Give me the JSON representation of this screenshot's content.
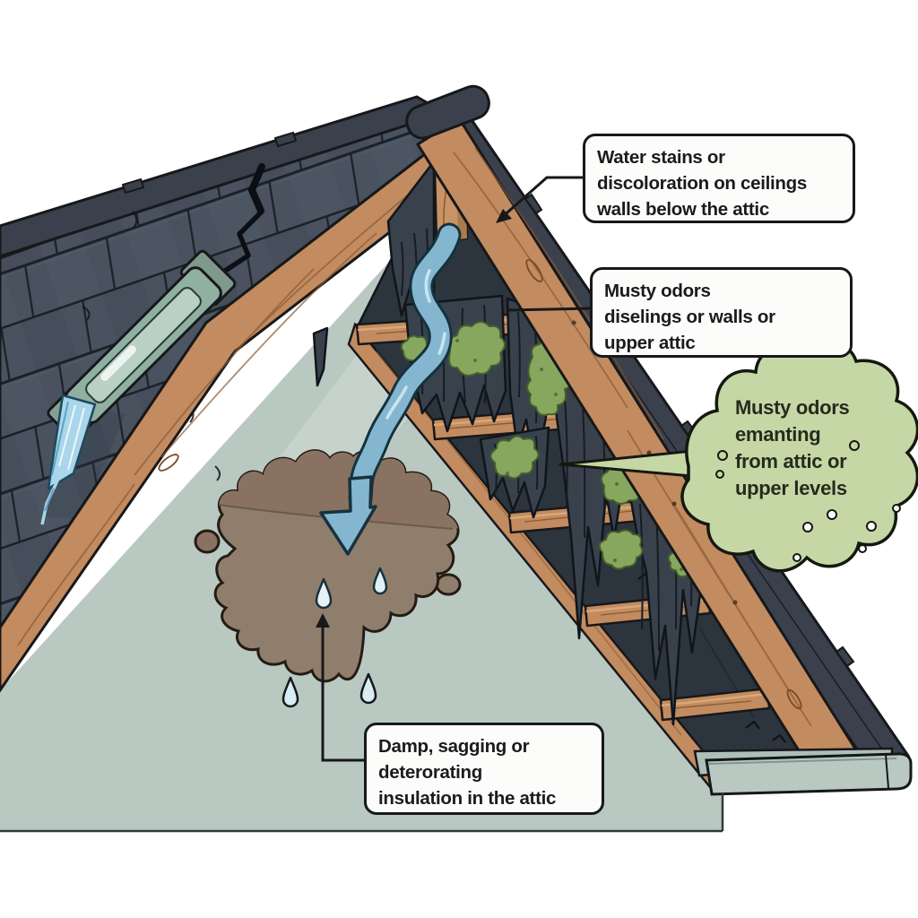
{
  "callouts": {
    "water_stains": {
      "lines": [
        "Water stains or",
        "discoloration on ceilings",
        "walls below the attic"
      ]
    },
    "musty_walls": {
      "lines": [
        "Musty odors",
        "diselings or walls or",
        "upper attic"
      ]
    },
    "musty_cloud": {
      "lines": [
        "Musty odors",
        "emanting",
        "from attic or",
        "upper levels"
      ]
    },
    "insulation": {
      "lines": [
        "Damp, sagging or",
        "deterorating",
        "insulation in the attic"
      ]
    }
  },
  "colors": {
    "background": "#FFFFFF",
    "shingle": "#49525E",
    "shingle_dark": "#3A414D",
    "wood": "#C28B60",
    "wall": "#B9C8C1",
    "wall_light": "#D2DCD6",
    "attic_cavity": "#2C343D",
    "insulation_sheet": "#39424C",
    "mold_green": "#87A75F",
    "water_blue": "#84B7CF",
    "stain_brown": "#907E6D",
    "stain_brown_dark": "#8A7262",
    "odor_cloud_green": "#C6D7A6",
    "gutter": "#B9C9C2",
    "outline": "#17181A",
    "callout_bg": "#FCFCFA"
  }
}
